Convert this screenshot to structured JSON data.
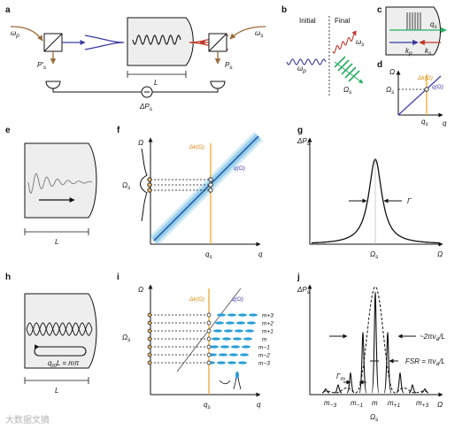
{
  "panel_labels": [
    "a",
    "b",
    "c",
    "d",
    "e",
    "f",
    "g",
    "h",
    "i",
    "j"
  ],
  "panel_a": {
    "pump": "ω",
    "pump_sub": "p",
    "signal": "ω",
    "signal_sub": "s",
    "det_left": "P′",
    "det_left_sub": "s",
    "det_right": "P",
    "det_right_sub": "s",
    "length": "L",
    "diff": "ΔP",
    "diff_sub": "s"
  },
  "panel_b": {
    "initial": "Initial",
    "final": "Final",
    "wp": "ω",
    "wp_sub": "p",
    "ws": "ω",
    "ws_sub": "s",
    "Om": "Ω",
    "Om_sub": "s"
  },
  "panel_c": {
    "qs": "q",
    "qs_sub": "s",
    "kp": "k",
    "kp_sub": "p",
    "ks": "k",
    "ks_sub": "s"
  },
  "panel_d": {
    "yaxis": "Ω",
    "xaxis": "q",
    "Om": "Ω",
    "Om_sub": "s",
    "qs": "q",
    "qs_sub": "s",
    "dk": "Δk(Ω)",
    "qO": "q(Ω)"
  },
  "panel_e": {
    "length": "L"
  },
  "panel_f": {
    "yaxis": "Ω",
    "xaxis": "q",
    "Om": "Ω",
    "Om_sub": "s",
    "qs": "q",
    "qs_sub": "s",
    "dk": "Δk(Ω)",
    "qO": "q(Ω)"
  },
  "panel_g": {
    "yaxis": "ΔP",
    "yaxis_sub": "s",
    "xaxis": "Ω",
    "Om": "Ω",
    "Om_sub": "s",
    "gamma": "Γ"
  },
  "panel_h": {
    "length": "L",
    "cond": "q",
    "cond_sub": "m",
    "cond_rest": "L = mπ"
  },
  "panel_i": {
    "yaxis": "Ω",
    "xaxis": "q",
    "Om": "Ω",
    "Om_sub": "s",
    "qs": "q",
    "qs_sub": "s",
    "dk": "Δk(Ω)",
    "qO": "q(Ω)",
    "modes": [
      "m+3",
      "m+2",
      "m+1",
      "m",
      "m−1",
      "m−2",
      "m−3"
    ]
  },
  "panel_j": {
    "yaxis": "ΔP",
    "yaxis_sub": "s",
    "xaxis": "Ω",
    "Om": "Ω",
    "Om_sub": "s",
    "gamma": "Γ",
    "gamma_sub": "m",
    "width": "~2πv",
    "width_sub": "a",
    "width_rest": "/L",
    "fsr": "FSR = πv",
    "fsr_sub": "a",
    "fsr_rest": "/L",
    "ticks": [
      "m",
      "−3",
      "m",
      "−1",
      "m",
      "m",
      "+1",
      "m",
      "+3"
    ]
  },
  "chart_data": {
    "type": "line",
    "series": [
      {
        "values": [
          0.04,
          0.08,
          0.2,
          0.6,
          1.0,
          0.6,
          0.2,
          0.08,
          0.04
        ]
      }
    ],
    "x": [
      -4,
      -3,
      -2,
      -1,
      0,
      1,
      2,
      3,
      4
    ],
    "xlabel": "Ω",
    "ylabel": "ΔPs"
  },
  "watermark": "大数据文摘",
  "colors": {
    "pump": "#3a3a9e",
    "signal": "#c0392b",
    "phonon": "#27ae60",
    "dk": "#f0a830",
    "qline": "#4040b0",
    "band": "#2a9fd8",
    "arrow_brown": "#9a6a3a"
  }
}
